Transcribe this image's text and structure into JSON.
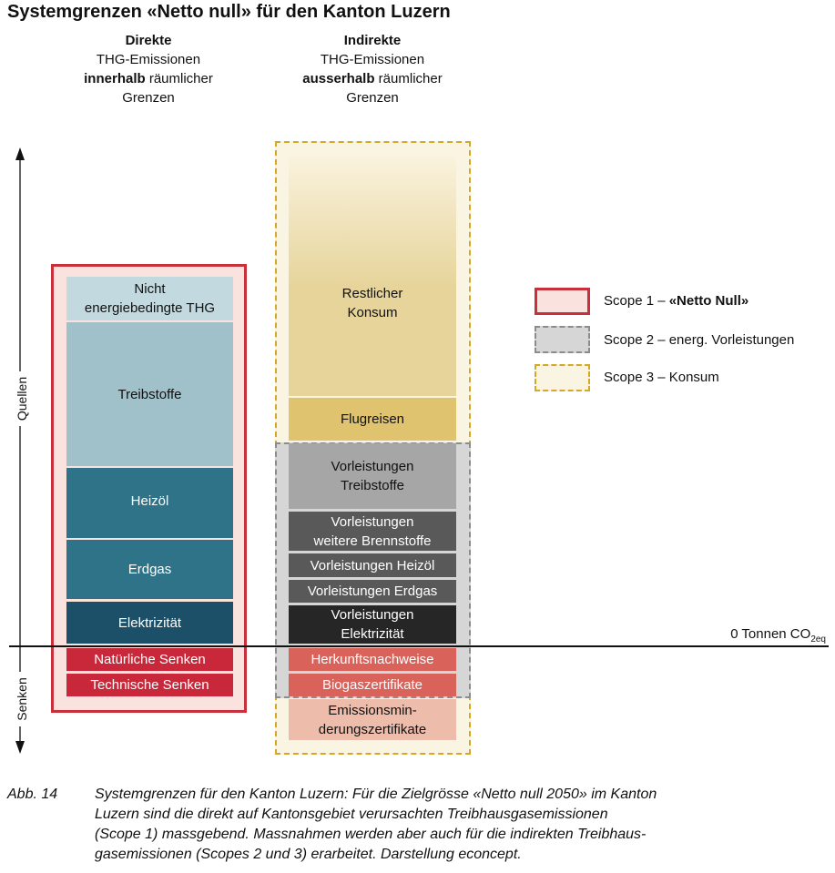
{
  "title": "Systemgrenzen «Netto null» für den Kanton Luzern",
  "columns": {
    "direct": {
      "line1": "Direkte",
      "line2": "THG-Emissionen",
      "line3_bold": "innerhalb",
      "line3_rest": " räumlicher",
      "line4": "Grenzen"
    },
    "indirect": {
      "line1": "Indirekte",
      "line2": "THG-Emissionen",
      "line3_bold": "ausserhalb",
      "line3_rest": " räumlicher",
      "line4": "Grenzen"
    }
  },
  "axis": {
    "sources": "Quellen",
    "sinks": "Senken",
    "zero_label": "0 Tonnen CO",
    "zero_sub": "2eq"
  },
  "scope1_blocks": [
    {
      "label1": "Nicht",
      "label2": "energiebedingte THG",
      "color": "#c2d9df"
    },
    {
      "label1": "Treibstoffe",
      "color": "#a1c1ca"
    },
    {
      "label1": "Heizöl",
      "color": "#2e7388"
    },
    {
      "label1": "Erdgas",
      "color": "#2e7388"
    },
    {
      "label1": "Elektrizität",
      "color": "#1c5068"
    },
    {
      "label1": "Natürliche Senken",
      "color": "#c8283a"
    },
    {
      "label1": "Technische Senken",
      "color": "#c8283a"
    }
  ],
  "scope23_blocks": [
    {
      "label1": "Restlicher",
      "label2": "Konsum",
      "color": "#ecdba6"
    },
    {
      "label1": "Flugreisen",
      "color": "#e0c36e"
    },
    {
      "label1": "Vorleistungen",
      "label2": "Treibstoffe",
      "color": "#a6a6a6"
    },
    {
      "label1": "Vorleistungen",
      "label2": "weitere Brennstoffe",
      "color": "#595959"
    },
    {
      "label1": "Vorleistungen Heizöl",
      "color": "#595959"
    },
    {
      "label1": "Vorleistungen Erdgas",
      "color": "#595959"
    },
    {
      "label1": "Vorleistungen",
      "label2": "Elektrizität",
      "color": "#262626"
    },
    {
      "label1": "Herkunftsnachweise",
      "color": "#d9625a"
    },
    {
      "label1": "Biogaszertifikate",
      "color": "#d9625a"
    },
    {
      "label1": "Emissionsmin-",
      "label2": "derungszertifikate",
      "color": "#eebcaa"
    }
  ],
  "legend": [
    {
      "prefix": "Scope 1 – ",
      "bold": "«Netto Null»",
      "color": "#c8303c"
    },
    {
      "prefix": "Scope 2 – energ. Vorleistungen",
      "bold": "",
      "color": "#8c8c8c"
    },
    {
      "prefix": "Scope 3 – Konsum",
      "bold": "",
      "color": "#d4a92a"
    }
  ],
  "caption": {
    "label": "Abb. 14",
    "lines": [
      "Systemgrenzen für den Kanton Luzern: Für die Zielgrösse «Netto null 2050» im Kanton",
      "Luzern sind die direkt auf Kantonsgebiet verursachten Treibhausgasemissionen",
      "(Scope 1) massgebend. Massnahmen werden aber auch für die indirekten Treibhaus-",
      "gasemissionen (Scopes 2 und 3) erarbeitet. Darstellung econcept."
    ]
  }
}
